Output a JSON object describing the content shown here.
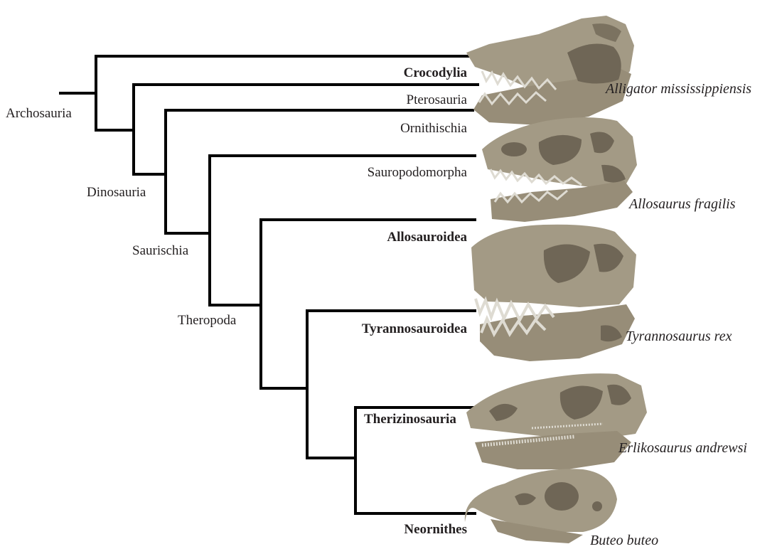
{
  "tree": {
    "nodes": {
      "archosauria": "Archosauria",
      "dinosauria": "Dinosauria",
      "saurischia": "Saurischia",
      "theropoda": "Theropoda"
    },
    "clades": {
      "crocodylia": "Crocodylia",
      "pterosauria": "Pterosauria",
      "ornithischia": "Ornithischia",
      "sauropodomorpha": "Sauropodomorpha",
      "allosauroidea": "Allosauroidea",
      "tyrannosauroidea": "Tyrannosauroidea",
      "therizinosauria": "Therizinosauria",
      "neornithes": "Neornithes"
    }
  },
  "species": {
    "alligator": "Alligator mississippiensis",
    "allosaurus": "Allosaurus fragilis",
    "tyrannosaurus": "Tyrannosaurus rex",
    "erlikosaurus": "Erlikosaurus andrewsi",
    "buteo": "Buteo buteo"
  },
  "colors": {
    "branch": "#000000",
    "skull": "#a39a85",
    "skull_shadow": "#6f6656",
    "teeth": "#dedbd2"
  }
}
